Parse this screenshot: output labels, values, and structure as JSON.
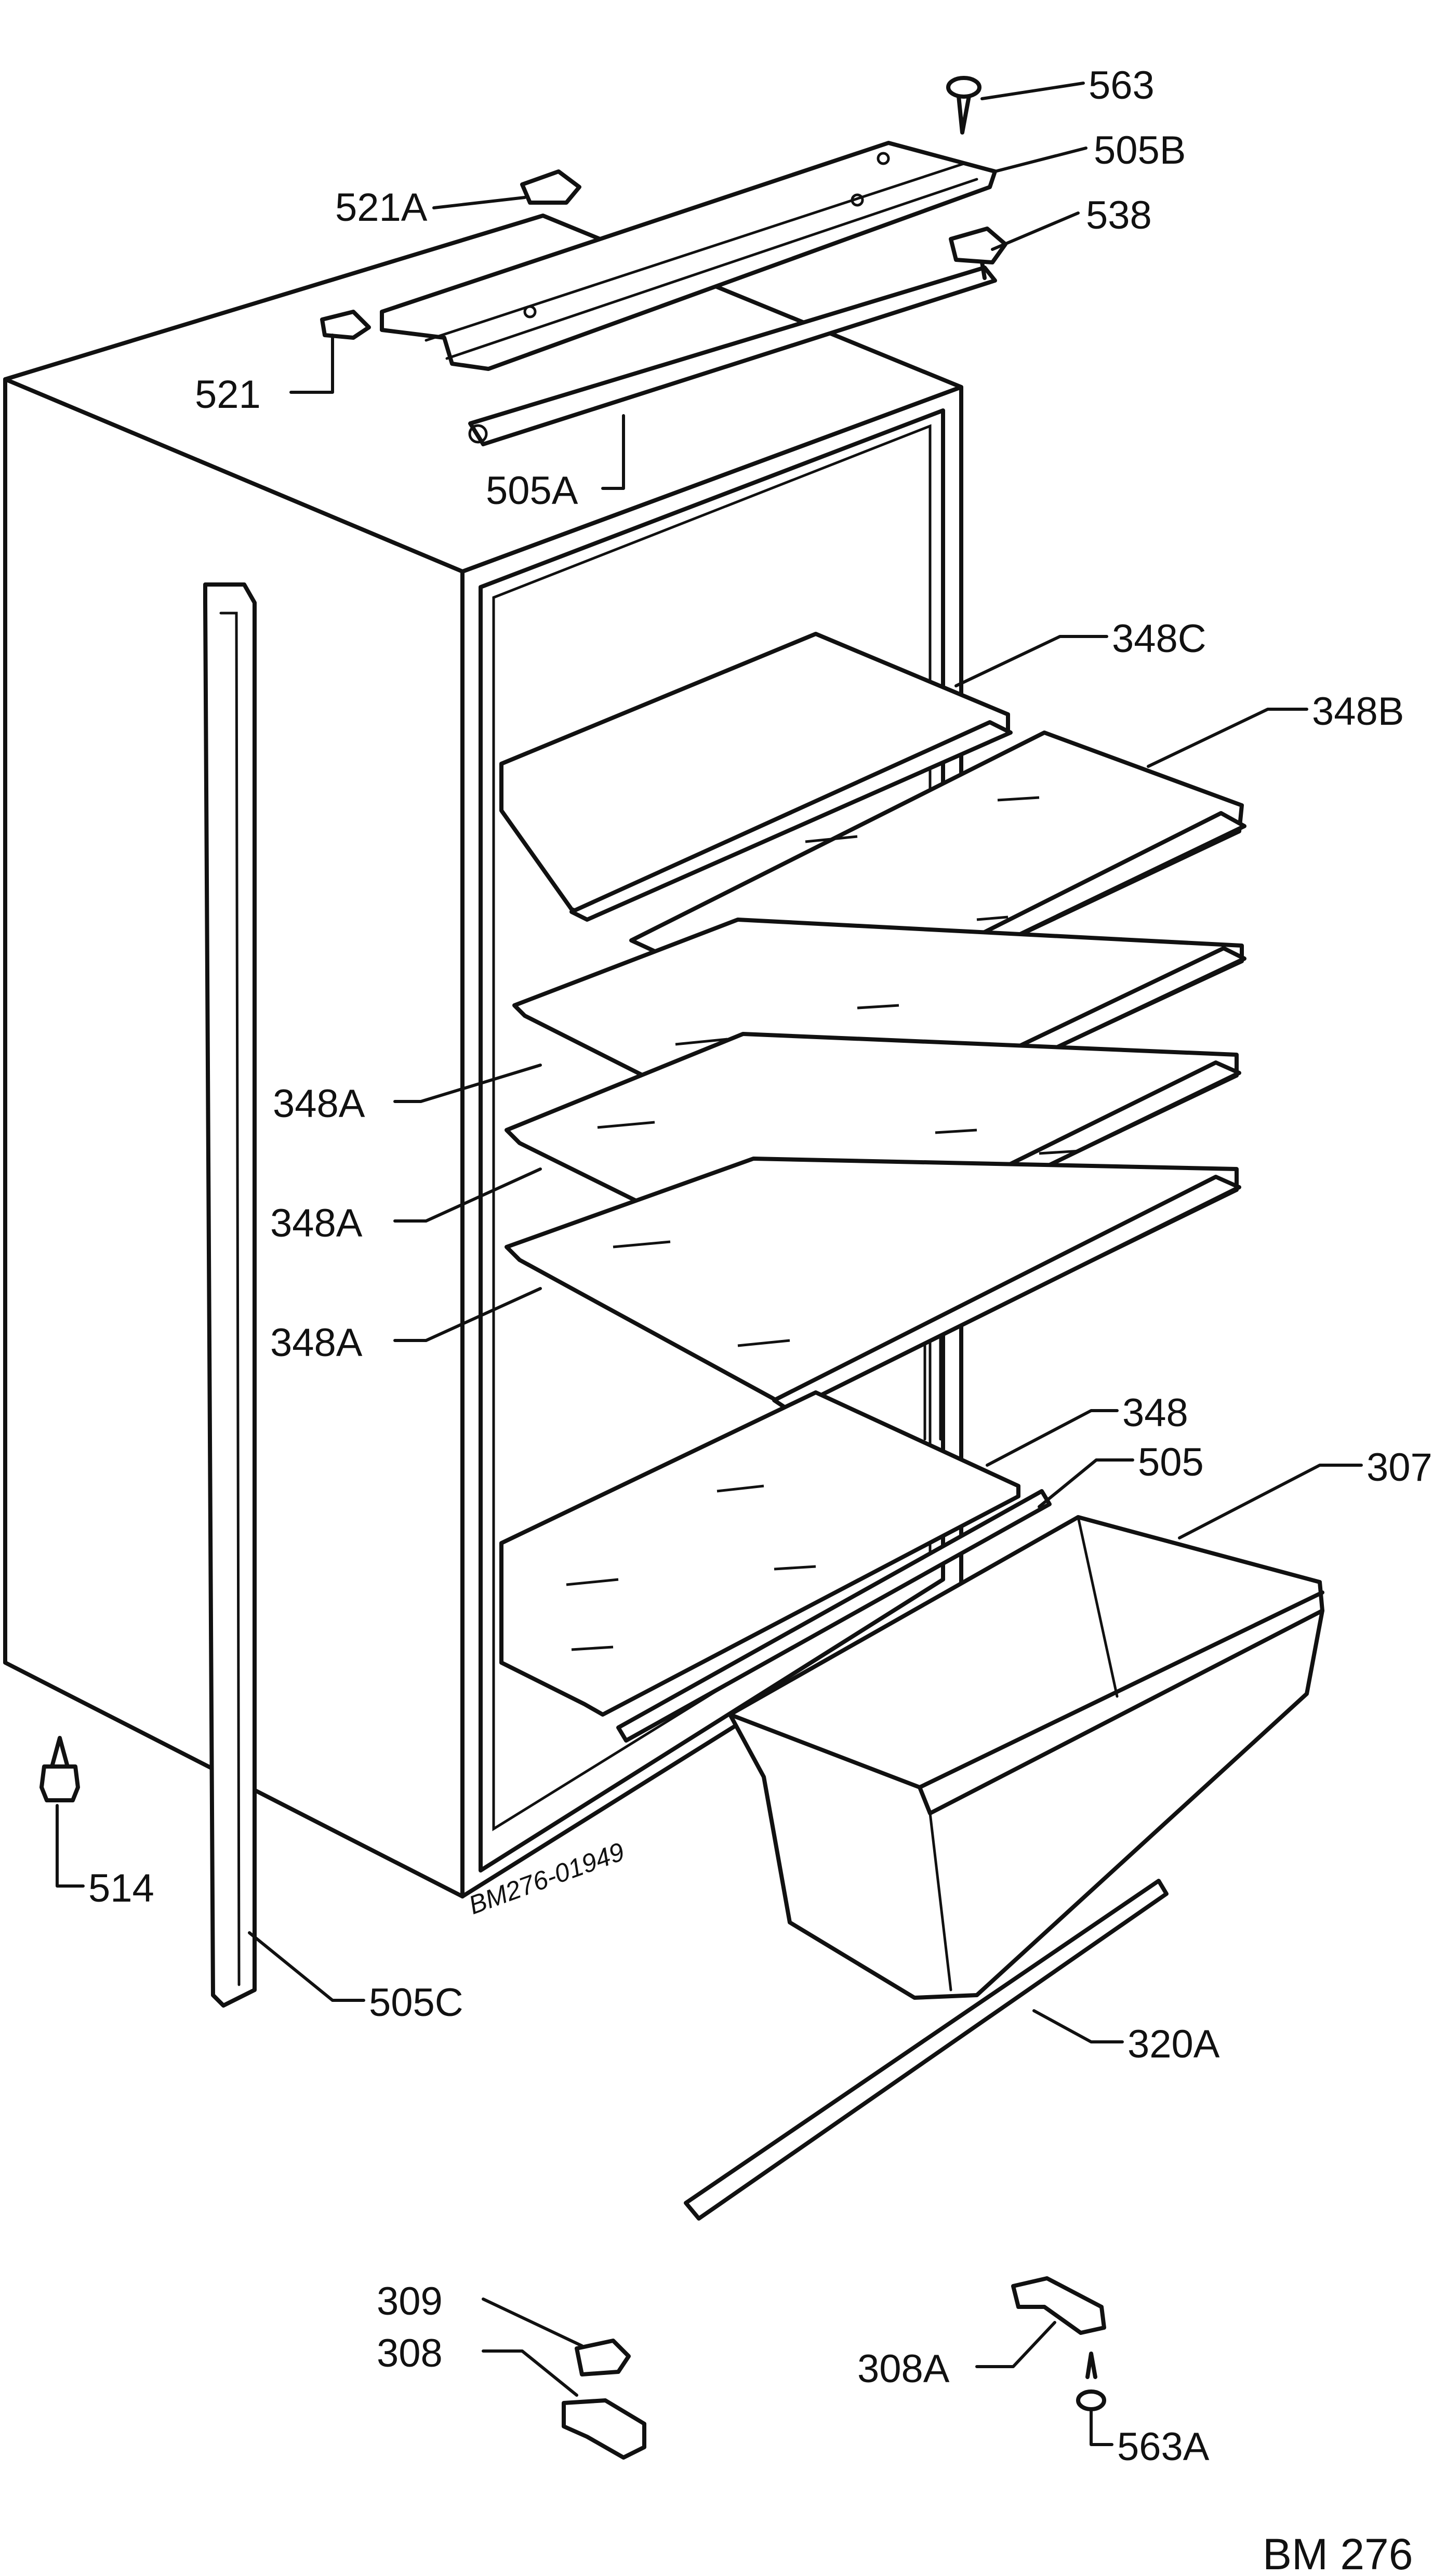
{
  "diagram": {
    "labels": {
      "p563": "563",
      "p505B": "505B",
      "p521A": "521A",
      "p538": "538",
      "p521": "521",
      "p505A": "505A",
      "p348C": "348C",
      "p348B": "348B",
      "p348A_1": "348A",
      "p348A_2": "348A",
      "p348A_3": "348A",
      "p348": "348",
      "p505": "505",
      "p307": "307",
      "p514": "514",
      "p505C": "505C",
      "p320A": "320A",
      "p309": "309",
      "p308": "308",
      "p308A": "308A",
      "p563A": "563A"
    },
    "stamp": "BM276-01949",
    "reference": "BM 276"
  }
}
